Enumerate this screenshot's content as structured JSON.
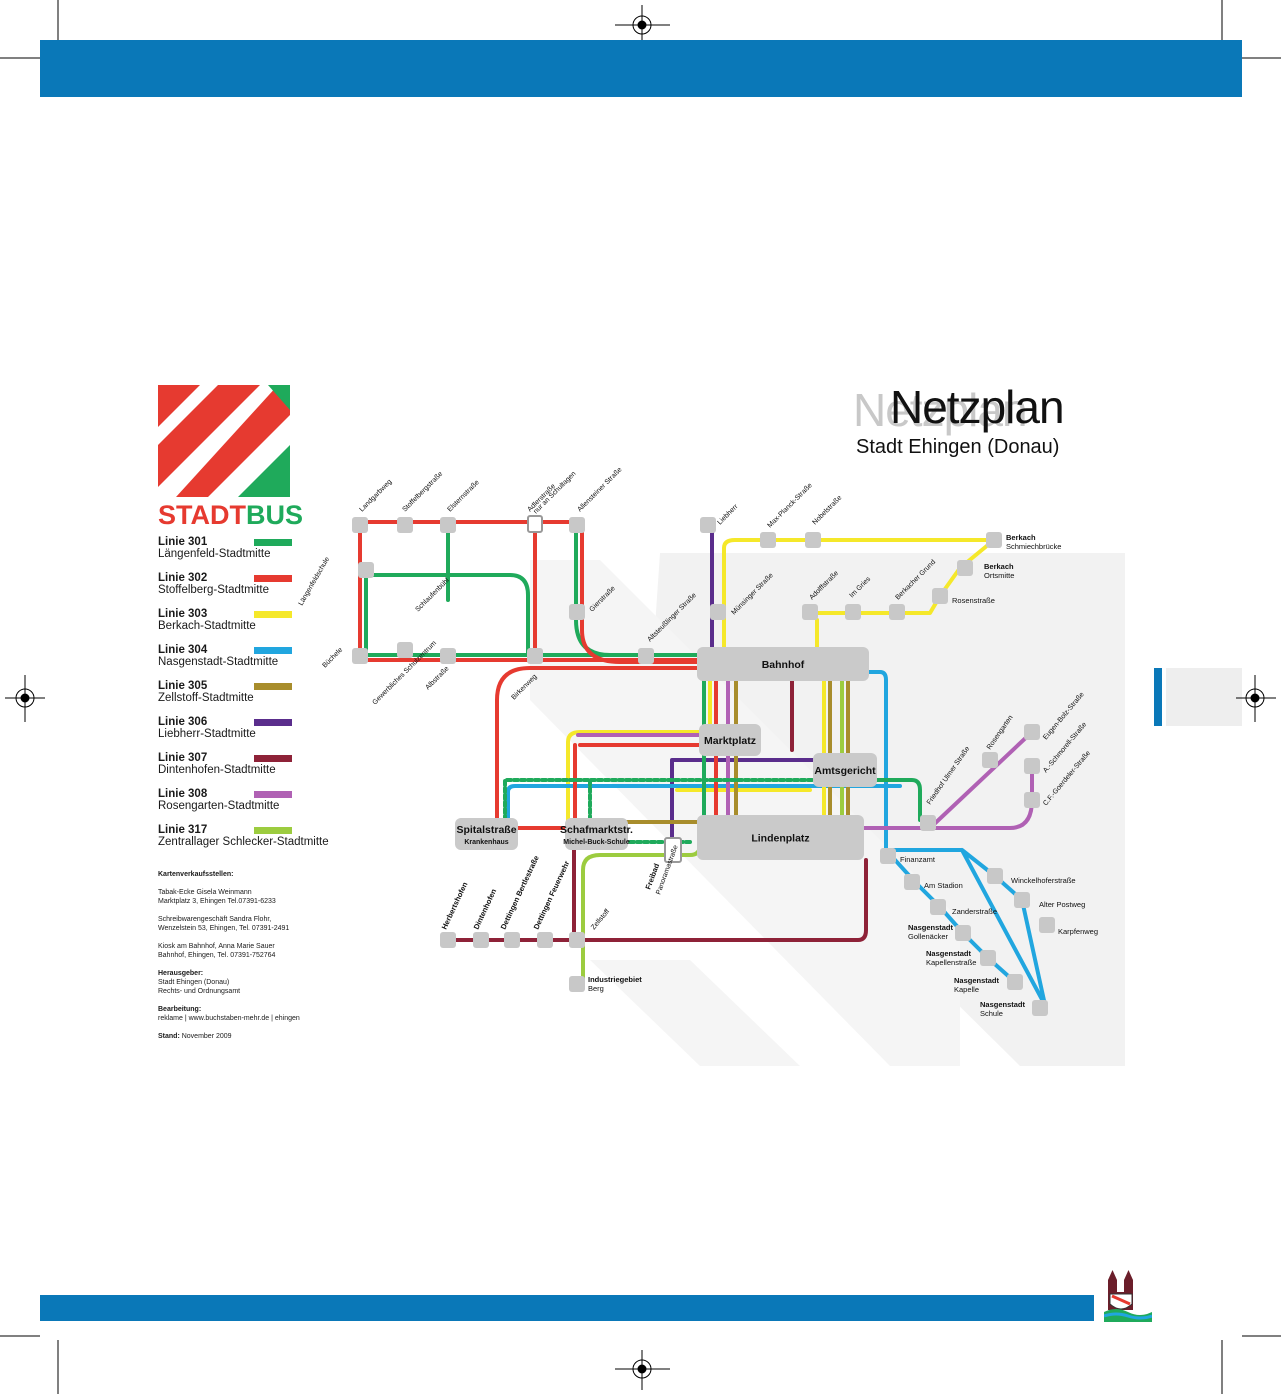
{
  "header": {
    "title": "Netzplan",
    "subtitle": "Stadt Ehingen (Donau)",
    "brand_left": "STADT",
    "brand_right": "BUS"
  },
  "colors": {
    "band": "#0a78b8",
    "line_301": "#1faa5b",
    "line_302": "#e63a30",
    "line_303": "#f5e82a",
    "line_304": "#21a6df",
    "line_305": "#a88d2c",
    "line_306": "#5a2d8c",
    "line_307": "#8e2238",
    "line_308": "#b061b4",
    "line_317": "#9ccc3f"
  },
  "legend": [
    {
      "name": "Linie 301",
      "route": "Längenfeld-Stadtmitte",
      "color": "#1faa5b"
    },
    {
      "name": "Linie 302",
      "route": "Stoffelberg-Stadtmitte",
      "color": "#e63a30"
    },
    {
      "name": "Linie 303",
      "route": "Berkach-Stadtmitte",
      "color": "#f5e82a"
    },
    {
      "name": "Linie 304",
      "route": "Nasgenstadt-Stadtmitte",
      "color": "#21a6df"
    },
    {
      "name": "Linie 305",
      "route": "Zellstoff-Stadtmitte",
      "color": "#a88d2c"
    },
    {
      "name": "Linie 306",
      "route": "Liebherr-Stadtmitte",
      "color": "#5a2d8c"
    },
    {
      "name": "Linie 307",
      "route": "Dintenhofen-Stadtmitte",
      "color": "#8e2238"
    },
    {
      "name": "Linie 308",
      "route": "Rosengarten-Stadtmitte",
      "color": "#b061b4"
    },
    {
      "name": "Linie 317",
      "route": "Zentrallager Schlecker-Stadtmitte",
      "color": "#9ccc3f"
    }
  ],
  "info": {
    "sales_heading": "Kartenverkaufsstellen:",
    "sales": [
      "Tabak-Ecke Gisela Weinmann",
      "Marktplatz 3, Ehingen Tel.07391-6233",
      "Schreibwarengeschäft Sandra Flohr,",
      "Wenzelstein 53, Ehingen, Tel. 07391-2491",
      "Kiosk am Bahnhof, Anna Marie Sauer",
      "Bahnhof, Ehingen, Tel. 07391-752764"
    ],
    "publisher_heading": "Herausgeber:",
    "publisher": [
      "Stadt Ehingen (Donau)",
      "Rechts- und Ordnungsamt"
    ],
    "editor_heading": "Bearbeitung:",
    "editor": "reklame | www.buchstaben-mehr.de | ehingen",
    "status_label": "Stand:",
    "status_value": "November 2009"
  },
  "hubs": {
    "bahnhof": "Bahnhof",
    "marktplatz": "Marktplatz",
    "amtsgericht": "Amtsgericht",
    "lindenplatz": "Lindenplatz",
    "spitalstrasse": "Spitalstraße",
    "spitalstrasse_sub": "Krankenhaus",
    "schafmarkt": "Schafmarktstr.",
    "schafmarkt_sub": "Michel-Buck-Schule"
  },
  "stops_rotated": [
    "Landgarbweg",
    "Stoffelbergstraße",
    "Elsternstraße",
    "Adlerstraße",
    "nur an Schultagen",
    "Allensteiner Straße",
    "Liebherr",
    "Max-Planck-Straße",
    "Nobelstraße",
    "Längenfeldschule",
    "Schlaufenbühl",
    "Gierstraße",
    "Altsteußlinger Straße",
    "Münsinger Straße",
    "Adolffstraße",
    "Im Gries",
    "Berkacher Grund",
    "Büchele",
    "Gewerbliches Schulzentrum",
    "Albstraße",
    "Birkenweg",
    "Rosengarten",
    "Eugen-Bolz-Straße",
    "A.-Schmorell-Straße",
    "C.F.-Goerdeler-Straße",
    "Friedhof Ulmer Straße",
    "Herbertshofen",
    "Dintenhofen",
    "Dettingen Bertlestraße",
    "Dettingen Feuerwehr",
    "Zellstoff",
    "Freibad",
    "Panoramastraße"
  ],
  "stops_flat": {
    "berkach_schmiech": "Berkach",
    "berkach_schmiech_sub": "Schmiechbrücke",
    "berkach_ort": "Berkach",
    "berkach_ort_sub": "Ortsmitte",
    "rosenstrasse": "Rosenstraße",
    "finanzamt": "Finanzamt",
    "am_stadion": "Am Stadion",
    "zanderstrasse": "Zanderstraße",
    "gollenaecker": "Nasgenstadt",
    "gollenaecker_sub": "Gollenäcker",
    "kapellenstrasse": "Nasgenstadt",
    "kapellenstrasse_sub": "Kapellenstraße",
    "kapelle": "Nasgenstadt",
    "kapelle_sub": "Kapelle",
    "schule": "Nasgenstadt",
    "schule_sub": "Schule",
    "winckelhofer": "Winckelhoferstraße",
    "alter_postweg": "Alter Postweg",
    "karpfenweg": "Karpfenweg",
    "industriegebiet": "Industriegebiet",
    "industriegebiet_sub": "Berg"
  }
}
